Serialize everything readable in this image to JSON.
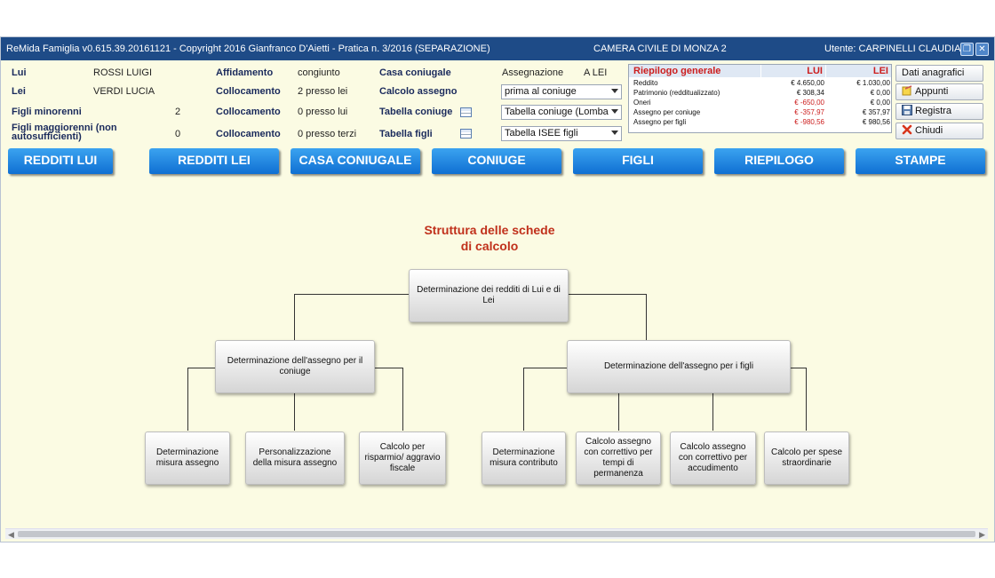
{
  "titlebar": {
    "app_title": "ReMida Famiglia v0.615.39.20161121 - Copyright 2016 Gianfranco D'Aietti - Pratica n. 3/2016 (SEPARAZIONE)",
    "court": "CAMERA CIVILE DI MONZA 2",
    "user": "Utente: CARPINELLI CLAUDIA",
    "restore_icon": "restore-window-icon",
    "close_icon": "close-window-icon"
  },
  "parties": {
    "lui_label": "Lui",
    "lui_value": "ROSSI LUIGI",
    "lei_label": "Lei",
    "lei_value": "VERDI LUCIA",
    "minori_label": "Figli minorenni",
    "minori_value": "2",
    "maggiori_label": "Figli maggiorenni (non autosufficienti)",
    "maggiori_value": "0"
  },
  "custody": {
    "affidamento_label": "Affidamento",
    "affidamento_value": "congiunto",
    "coll1_label": "Collocamento",
    "coll1_value": "2 presso lei",
    "coll2_label": "Collocamento",
    "coll2_value": "0 presso lui",
    "coll3_label": "Collocamento",
    "coll3_value": "0 presso terzi"
  },
  "house": {
    "casa_label": "Casa coniugale",
    "assegnazione_label": "Assegnazione",
    "assegnazione_value": "A LEI",
    "calcolo_label": "Calcolo assegno",
    "calcolo_value": "prima al coniuge",
    "tab_coniuge_label": "Tabella coniuge",
    "tab_coniuge_value": "Tabella coniuge (Lomba",
    "tab_figli_label": "Tabella figli",
    "tab_figli_value": "Tabella ISEE figli"
  },
  "summary": {
    "title": "Riepilogo generale",
    "col_lui": "LUI",
    "col_lei": "LEI",
    "rows": [
      {
        "label": "Reddito",
        "lui": "€ 4.650,00",
        "lei": "€ 1.030,00"
      },
      {
        "label": "Patrimonio (redditualizzato)",
        "lui": "€ 308,34",
        "lei": "€ 0,00"
      },
      {
        "label": "Oneri",
        "lui": "€ -650,00",
        "lei": "€ 0,00"
      },
      {
        "label": "Assegno per coniuge",
        "lui": "€ -357,97",
        "lei": "€ 357,97"
      },
      {
        "label": "Assegno per figli",
        "lui": "€ -980,56",
        "lei": "€ 980,56"
      }
    ]
  },
  "side_buttons": {
    "dati": "Dati anagrafici",
    "appunti": "Appunti",
    "registra": "Registra",
    "chiudi": "Chiudi"
  },
  "nav": [
    "REDDITI LUI",
    "REDDITI LEI",
    "CASA CONIUGALE",
    "CONIUGE",
    "FIGLI",
    "RIEPILOGO",
    "STAMPE"
  ],
  "diagram": {
    "title_line1": "Struttura delle schede",
    "title_line2": "di calcolo",
    "root": "Determinazione dei redditi di Lui e di Lei",
    "left": "Determinazione dell'assegno per il coniuge",
    "right": "Determinazione dell'assegno per i figli",
    "l1": "Determinazione misura assegno",
    "l2": "Personalizzazione della misura assegno",
    "l3": "Calcolo per risparmio/ aggravio fiscale",
    "r1": "Determinazione misura contributo",
    "r2": "Calcolo assegno con correttivo per tempi di permanenza",
    "r3": "Calcolo assegno con correttivo per accudimento",
    "r4": "Calcolo per spese straordinarie"
  },
  "colors": {
    "titlebar": "#1e4b87",
    "background": "#fbfbe3",
    "nav_button": "#1a86e0",
    "accent_red": "#c0301b"
  }
}
